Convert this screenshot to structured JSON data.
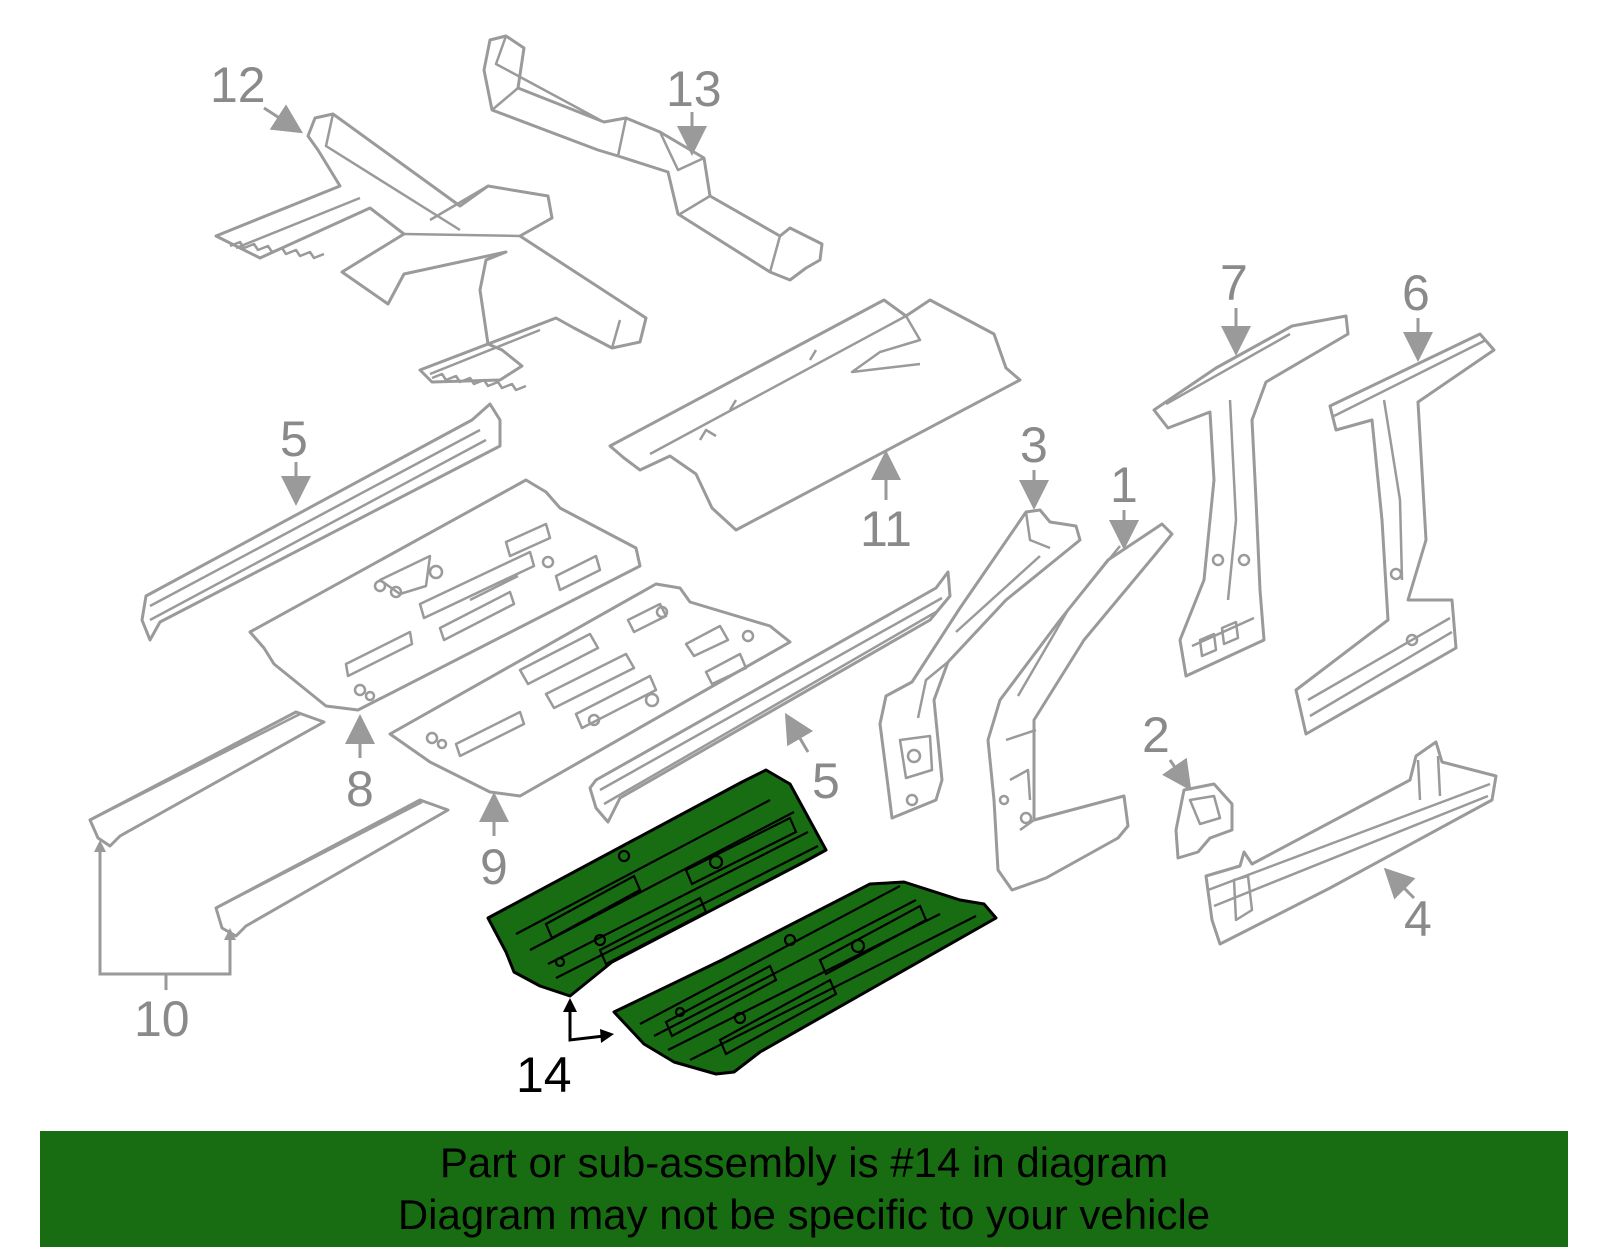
{
  "callouts": {
    "c1": "1",
    "c2": "2",
    "c3": "3",
    "c4": "4",
    "c5a": "5",
    "c5b": "5",
    "c6": "6",
    "c7": "7",
    "c8": "8",
    "c9": "9",
    "c10": "10",
    "c11": "11",
    "c12": "12",
    "c13": "13",
    "c14": "14"
  },
  "highlighted_part": "14",
  "colors": {
    "highlight": "#186d12",
    "outline": "#9a9a9a",
    "banner": "#186d12"
  },
  "banner": {
    "line1": "Part or sub-assembly is #14 in diagram",
    "line2": "Diagram may not be specific to your vehicle"
  }
}
